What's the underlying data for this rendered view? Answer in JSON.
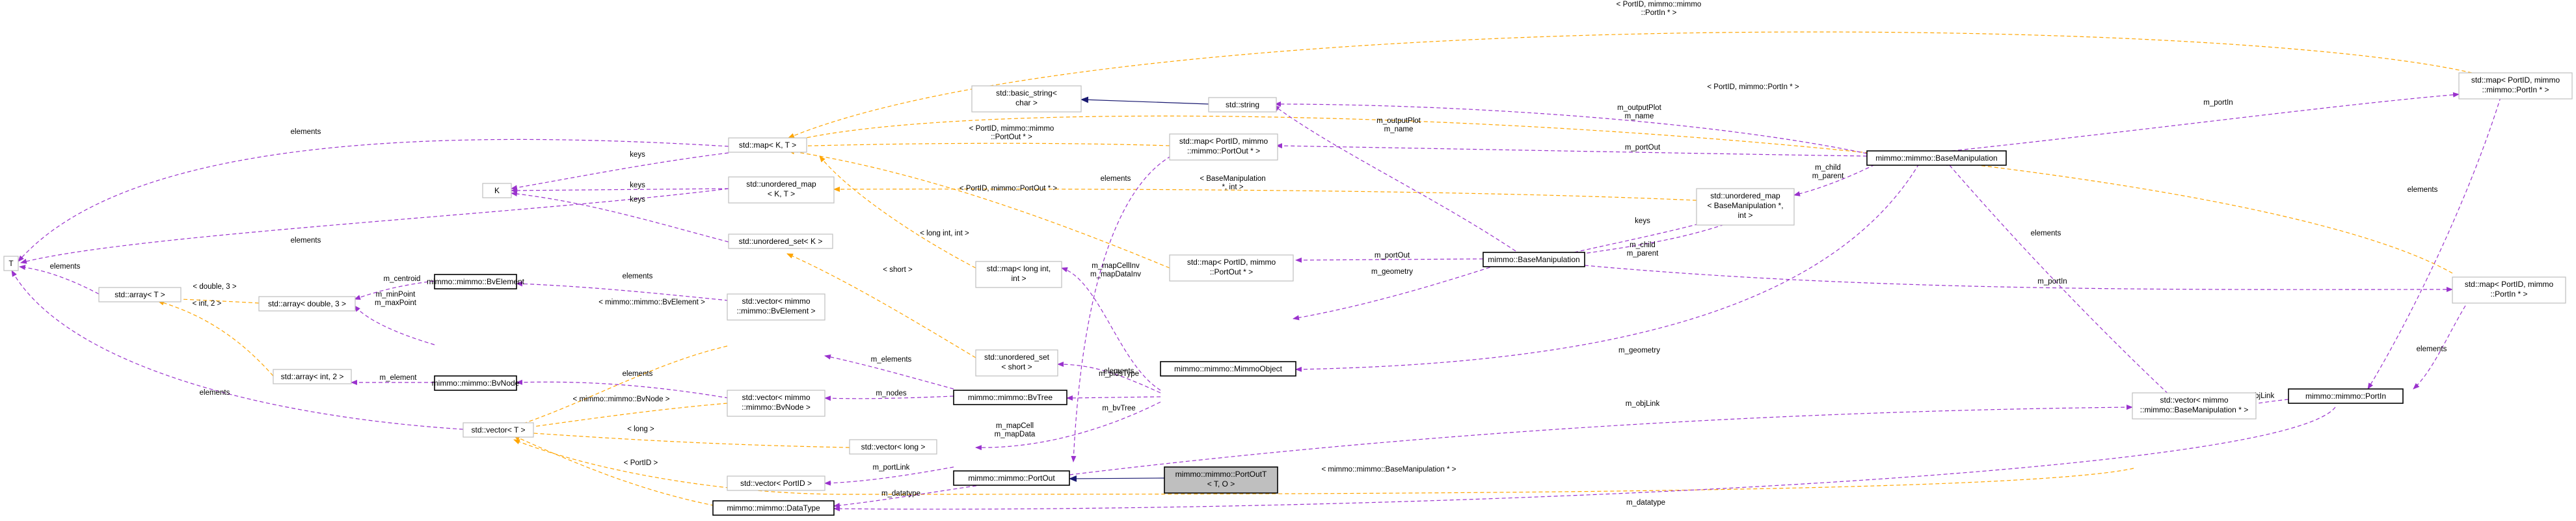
{
  "nodes": {
    "T": "T",
    "K": "K",
    "map_KT": "std::map< K, T >",
    "unordered_map_KT": [
      "std::unordered_map",
      "< K, T >"
    ],
    "unordered_set_K": "std::unordered_set< K >",
    "array_T": "std::array< T >",
    "array_double3": "std::array< double, 3 >",
    "array_int2": "std::array< int, 2 >",
    "vector_T": "std::vector< T >",
    "basic_string": [
      "std::basic_string<",
      "char >"
    ],
    "string": "std::string",
    "map_portid_portout": [
      "std::map< PortID, mimmo",
      "::mimmo::PortOut * >"
    ],
    "map_long_int": [
      "std::map< long int,",
      "int >"
    ],
    "unordered_set_short": [
      "std::unordered_set",
      "< short >"
    ],
    "vector_long": "std::vector< long >",
    "vector_portid": "std::vector< PortID >",
    "bvelement": "mimmo::mimmo::BvElement",
    "bvnode": "mimmo::mimmo::BvNode",
    "vector_bvelement": [
      "std::vector< mimmo",
      "::mimmo::BvElement >"
    ],
    "vector_bvnode": [
      "std::vector< mimmo",
      "::mimmo::BvNode >"
    ],
    "bvtree": "mimmo::mimmo::BvTree",
    "portout": "mimmo::mimmo::PortOut",
    "datatype": "mimmo::mimmo::DataType",
    "portoutT": [
      "mimmo::mimmo::PortOutT",
      "< T, O >"
    ],
    "map_portid_portout2": [
      "std::map< PortID, mimmo",
      "::PortOut * >"
    ],
    "mimmoobject": "mimmo::mimmo::MimmoObject",
    "basemanip_mid": "mimmo::BaseManipulation",
    "unordered_map_bm": [
      "std::unordered_map",
      "< BaseManipulation *,",
      "int >"
    ],
    "basemanip_top": "mimmo::mimmo::BaseManipulation",
    "map_portid_portin": [
      "std::map< PortID, mimmo",
      "::mimmo::PortIn * >"
    ],
    "map_portid_portin2": [
      "std::map< PortID, mimmo",
      "::PortIn * >"
    ],
    "portin": "mimmo::mimmo::PortIn",
    "vector_basemanip": [
      "std::vector< mimmo",
      "::mimmo::BaseManipulation * >"
    ]
  },
  "edge_labels": {
    "elements_map_T": "elements",
    "elements_umap_T": "elements",
    "elements_arrayT_T": "elements",
    "elements_vector_T": "elements",
    "keys_map_K": "keys",
    "keys_umap_K": "keys",
    "keys_uset_K": "keys",
    "tmpl_double3": "< double, 3 >",
    "tmpl_int2": "< int, 2 >",
    "centroid": "m_centroid",
    "minpoint_maxpoint": [
      "m_minPoint",
      "m_maxPoint"
    ],
    "m_element": "m_element",
    "elements_bvelement": "elements",
    "elements_bvnode": "elements",
    "tmpl_bvelement": "< mimmo::mimmo::BvElement >",
    "tmpl_bvnode": "< mimmo::mimmo::BvNode >",
    "m_elements": "m_elements",
    "m_nodes": "m_nodes",
    "tmpl_long": "< long >",
    "tmpl_portid": "< PortID >",
    "m_portlink": "m_portLink",
    "m_datatype": "m_datatype",
    "elements_portout": "elements",
    "map_callinv": [
      "m_mapCellInv",
      "m_mapDataInv"
    ],
    "pids_type": "m_pidsType",
    "bv_tree": "m_bvTree",
    "mapcell_mapdata": [
      "m_mapCell",
      "m_mapData"
    ],
    "tmpl_long_int": "< long int, int >",
    "tmpl_short": "< short >",
    "tmpl_portout_map": [
      "< PortID, mimmo::mimmo",
      "::PortOut * >"
    ],
    "tmpl_portout_map2": "< PortID, mimmo::PortOut * >",
    "tmpl_bm_int": [
      "< BaseManipulation",
      "*, int >"
    ],
    "tmpl_portin_top": [
      "< PortID, mimmo::mimmo",
      "::PortIn * >"
    ],
    "tmpl_portin_2": "< PortID, mimmo::PortIn * >",
    "outputplot_name_1": [
      "m_outputPlot",
      "m_name"
    ],
    "outputplot_name_2": [
      "m_outputPlot",
      "m_name"
    ],
    "m_portout_top": "m_portOut",
    "m_portout_mid": "m_portOut",
    "m_geometry_mid": "m_geometry",
    "m_geometry_top": "m_geometry",
    "child_parent_top": [
      "m_child",
      "m_parent"
    ],
    "child_parent_mid": [
      "m_child",
      "m_parent"
    ],
    "keys_umap_bm": "keys",
    "m_portin_top": "m_portIn",
    "m_portin_mid": "m_portIn",
    "elements_portin": "elements",
    "elements_portin2": "elements",
    "m_objlink_top": "m_objLink",
    "m_objlink_2": "m_objLink",
    "elements_basemanip": "elements",
    "tmpl_basemanip": "< mimmo::mimmo::BaseManipulation * >",
    "m_datatype_portin": "m_datatype"
  },
  "colors": {
    "member_edge": "#9a32cd",
    "template_edge": "#ffa500",
    "inheritance_edge": "#191970",
    "node_border": "#bfbfbf",
    "focus_fill": "#bfbfbf"
  }
}
